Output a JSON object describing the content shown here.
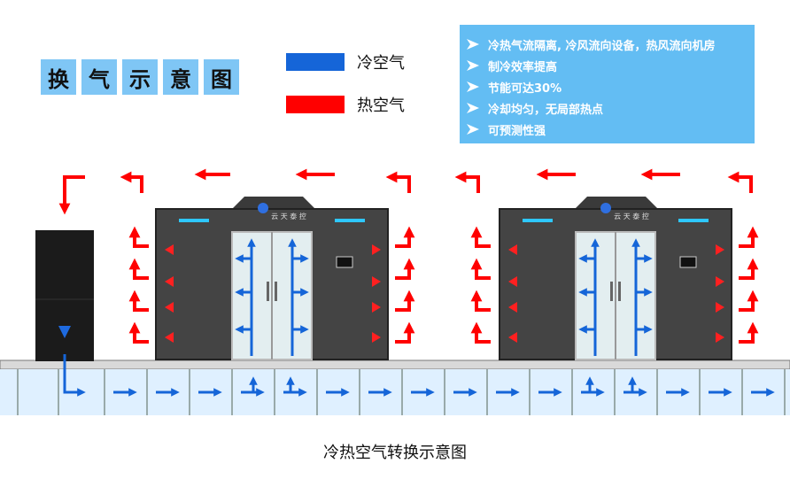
{
  "title_chars": [
    "换",
    "气",
    "示",
    "意",
    "图"
  ],
  "legend": {
    "cold": {
      "label": "冷空气",
      "color": "#1565d8"
    },
    "hot": {
      "label": "热空气",
      "color": "#ff0000"
    }
  },
  "info": {
    "bg_color": "#63bdf3",
    "items": [
      "冷热气流隔离, 冷风流向设备，热风流向机房",
      "制冷效率提高",
      "节能可达30%",
      "冷却均匀，无局部热点",
      "可预测性强"
    ]
  },
  "cabinet": {
    "logo_text": "云 天 泰 控"
  },
  "caption": "冷热空气转换示意图",
  "colors": {
    "cold": "#1565d8",
    "hot": "#ff0000",
    "floor": "#dcefff",
    "cabinet": "#4a4a4a"
  }
}
